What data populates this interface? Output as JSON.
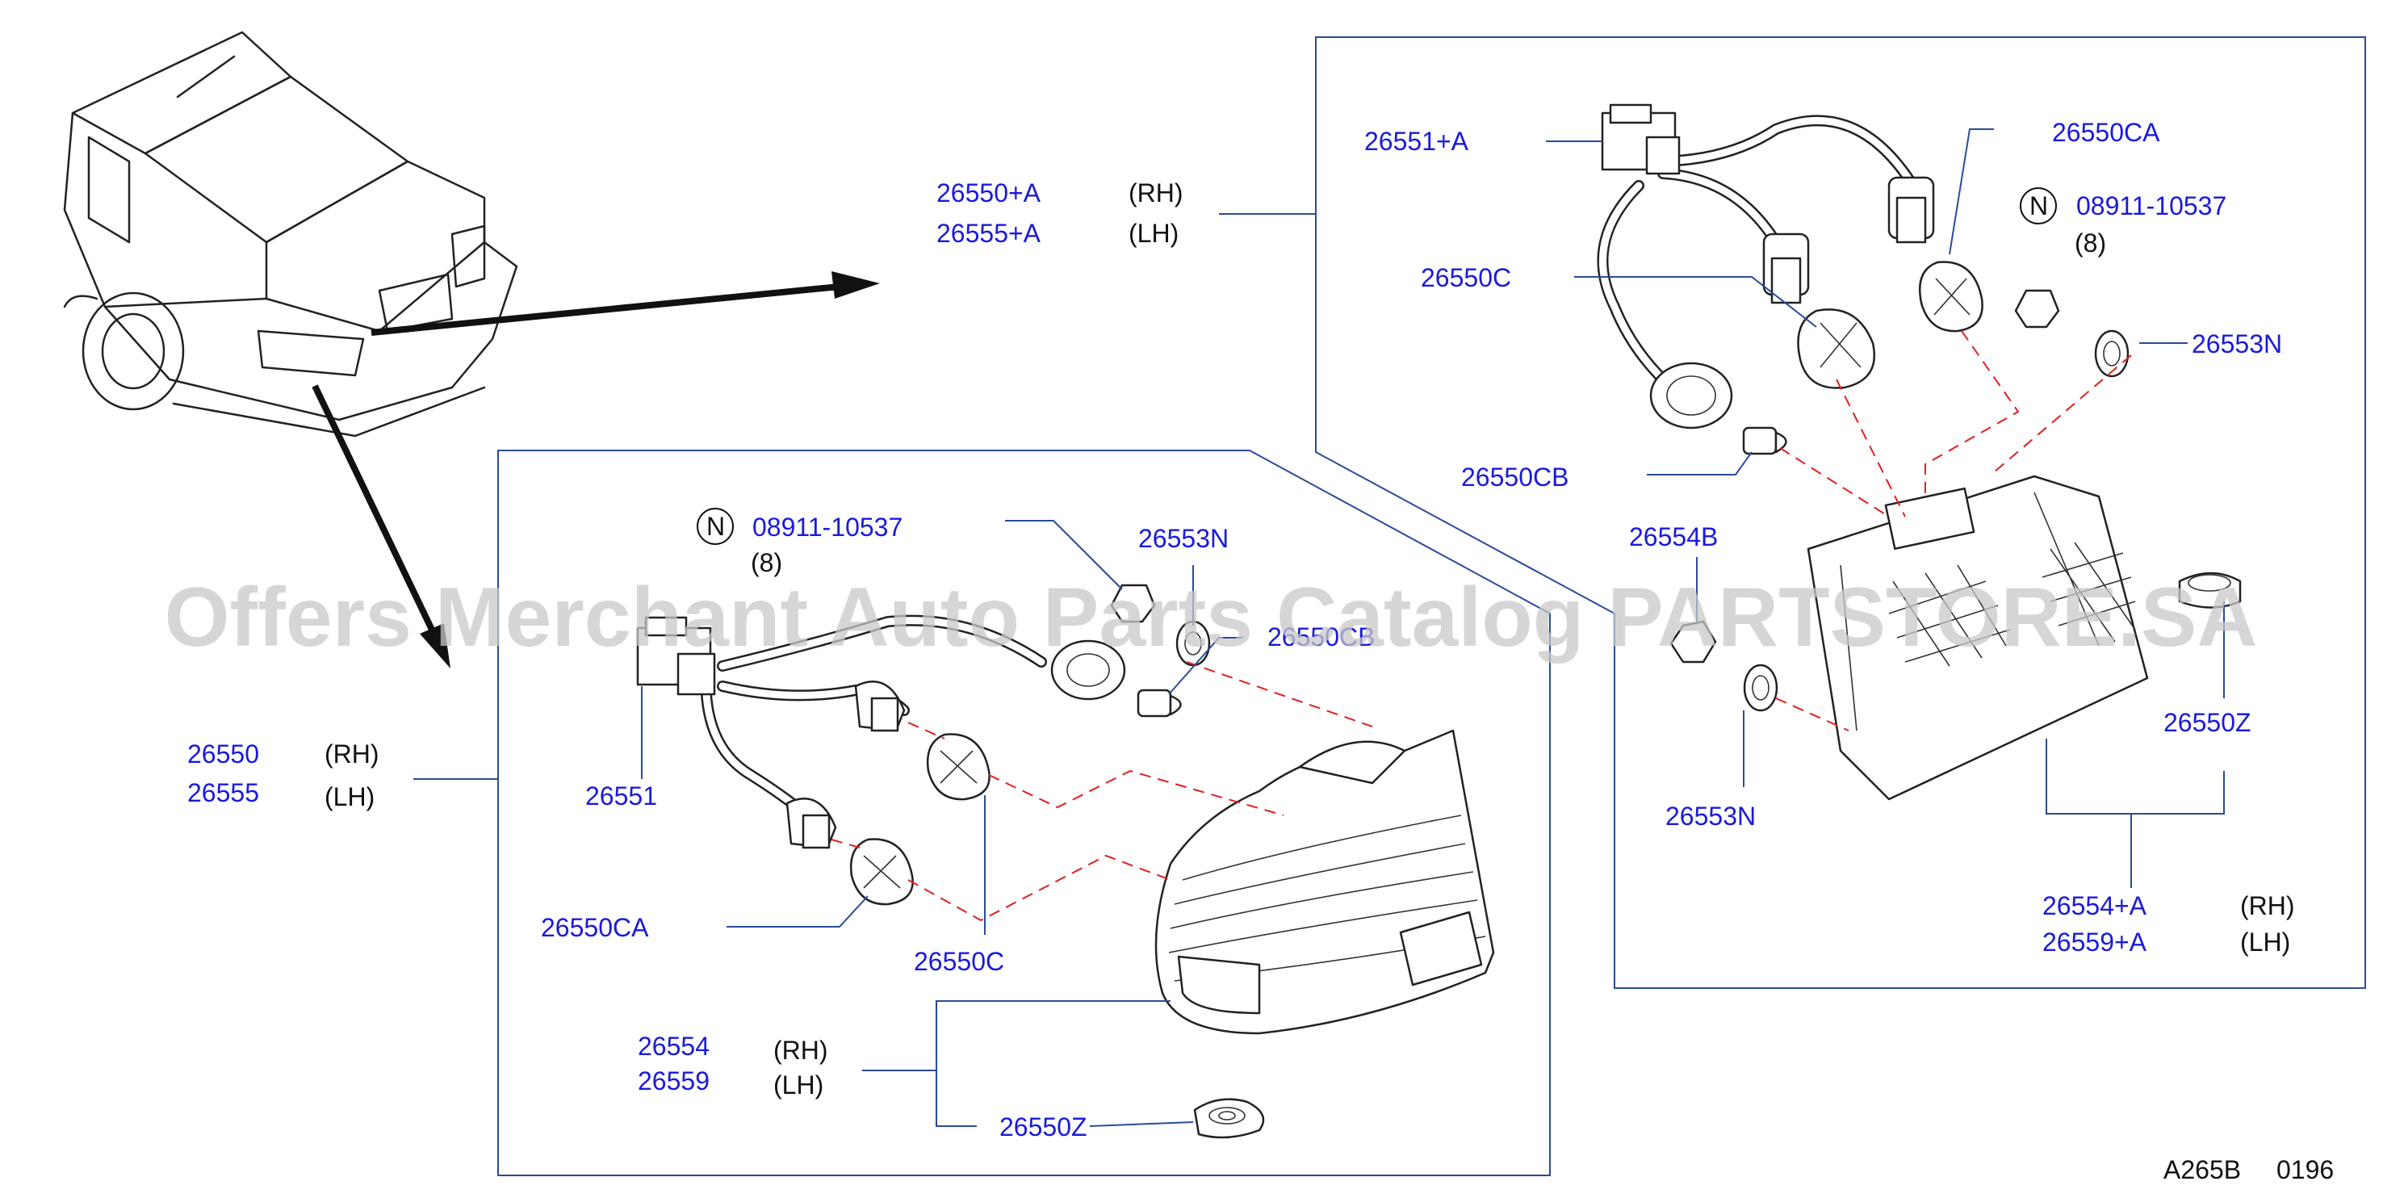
{
  "labels": {
    "top_rh_part": "26550+A",
    "top_rh_side": "(RH)",
    "top_lh_part": "26555+A",
    "top_lh_side": "(LH)",
    "inner_harness": "26551+A",
    "inner_socket_ca": "26550CA",
    "inner_n_mark": "N",
    "inner_screw": "08911-10537",
    "inner_screw_qty": "(8)",
    "inner_socket_c": "26550C",
    "inner_nut_n": "26553N",
    "inner_bulb_cb": "26550CB",
    "inner_seal_b": "26554B",
    "inner_nut_n2": "26553N",
    "inner_cap_z": "26550Z",
    "inner_lamp_rh_part": "26554+A",
    "inner_lamp_rh_side": "(RH)",
    "inner_lamp_lh_part": "26559+A",
    "inner_lamp_lh_side": "(LH)",
    "outer_n_mark": "N",
    "outer_screw": "08911-10537",
    "outer_screw_qty": "(8)",
    "outer_nut_n": "26553N",
    "outer_bulb_cb": "26550CB",
    "outer_harness": "26551",
    "outer_socket_ca": "26550CA",
    "outer_socket_c": "26550C",
    "outer_lamp_rh_part": "26554",
    "outer_lamp_rh_side": "(RH)",
    "outer_lamp_lh_part": "26559",
    "outer_lamp_lh_side": "(LH)",
    "outer_cap_z": "26550Z",
    "assy_rh_part": "26550",
    "assy_rh_side": "(RH)",
    "assy_lh_part": "26555",
    "assy_lh_side": "(LH)",
    "figure_code": "A265B",
    "figure_date": "0196"
  },
  "watermark": "Offers Merchant Auto Parts Catalog PARTSTORE.SA",
  "colors": {
    "part_number": "#1a1adc",
    "leader_line": "#2b4a9a",
    "dash_line": "#e02020",
    "watermark": "#c8c8c8"
  }
}
